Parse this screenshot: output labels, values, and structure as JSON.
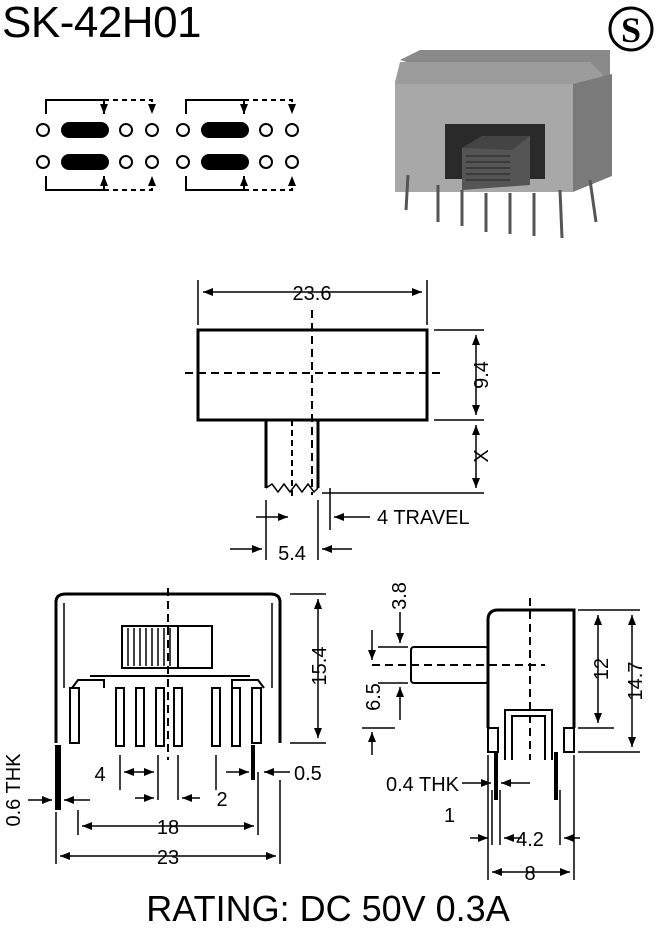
{
  "model": "SK-42H01",
  "logo_letter": "S",
  "rating": "RATING: DC 50V 0.3A",
  "dimensions": {
    "top_width": "23.6",
    "top_height": "9.4",
    "actuator_x": "X",
    "travel": "4 TRAVEL",
    "actuator_width": "5.4",
    "front_height": "15.4",
    "thickness_left": "0.6 THK",
    "pin_pitch_4": "4",
    "pin_pitch_2": "2",
    "pin_width_05": "0.5",
    "span_18": "18",
    "span_23": "23",
    "side_38": "3.8",
    "side_65": "6.5",
    "side_12": "12",
    "side_147": "14.7",
    "side_thk": "0.4 THK",
    "side_1": "1",
    "side_42": "4.2",
    "side_8": "8"
  }
}
